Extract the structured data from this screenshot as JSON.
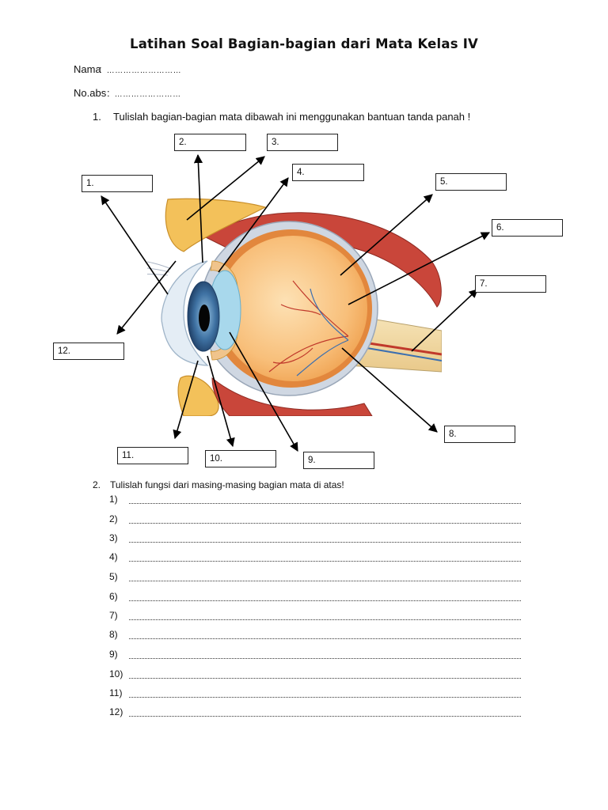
{
  "title": "Latihan Soal Bagian-bagian dari Mata Kelas IV",
  "fields": {
    "nama_label": "Nama",
    "nama_colon": ":",
    "nama_dots": "………………………",
    "noabs_label": "No.abs",
    "noabs_colon": ":",
    "noabs_dots": "……………………"
  },
  "question1": {
    "number": "1.",
    "text": "Tulislah bagian-bagian mata dibawah ini menggunakan bantuan tanda panah !"
  },
  "labels": [
    "1.",
    "2.",
    "3.",
    "4.",
    "5.",
    "6.",
    "7.",
    "8.",
    "9.",
    "10.",
    "11.",
    "12."
  ],
  "question2": {
    "number": "2.",
    "text": "Tulislah fungsi dari masing-masing bagian mata di atas!"
  },
  "answers": [
    "1)",
    "2)",
    "3)",
    "4)",
    "5)",
    "6)",
    "7)",
    "8)",
    "9)",
    "10)",
    "11)",
    "12)"
  ],
  "colors": {
    "sclera": "#bcc7d6",
    "lens": "#a8d8ec",
    "iris": "#2d5a87",
    "eyeball": "#f6b26b",
    "muscle": "#c0392b",
    "fat": "#f3c15a",
    "nerve": "#f2d9a0"
  }
}
